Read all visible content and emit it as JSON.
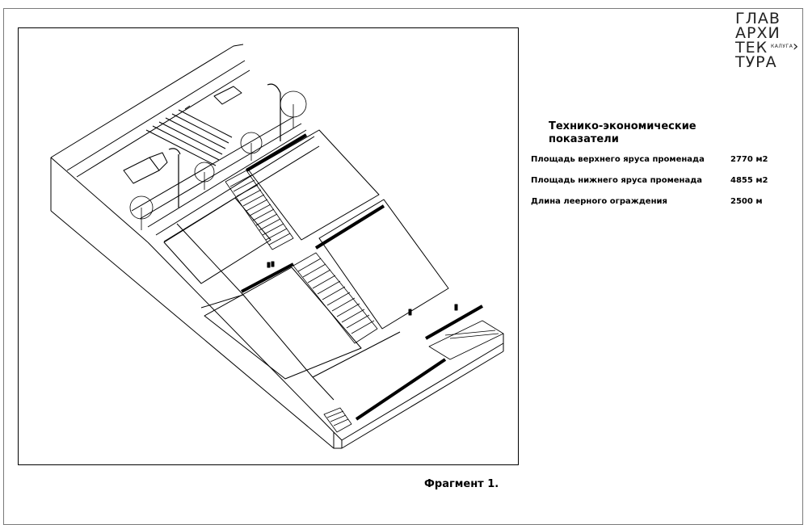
{
  "logo": {
    "lines": [
      "ГЛАВ",
      "АРХИ",
      "ТЕК",
      "ТУРА"
    ],
    "city": "КАЛУГА"
  },
  "panel": {
    "title_line1": "Технико-экономические",
    "title_line2": "показатели",
    "indicators": [
      {
        "label": "Площадь верхнего яруса променада",
        "value": "2770 м2"
      },
      {
        "label": "Площадь нижнего яруса променада",
        "value": "4855 м2"
      },
      {
        "label": "Длина леерного ограждения",
        "value": "2500 м"
      }
    ]
  },
  "caption": "Фрагмент 1.",
  "colors": {
    "line": "#000000",
    "border": "#7a7a7a",
    "background": "#ffffff"
  }
}
